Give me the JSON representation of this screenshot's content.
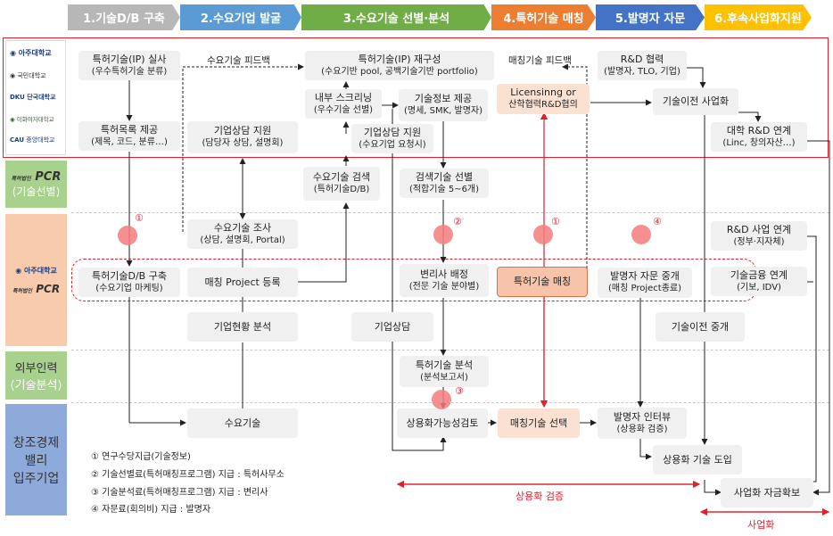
{
  "stages": [
    {
      "label": "1.기술D/B 구축",
      "color": "#b7b7b7"
    },
    {
      "label": "2.수요기업 발굴",
      "color": "#5b9bd5"
    },
    {
      "label": "3.수요기술 선별·분석",
      "color": "#70ad47"
    },
    {
      "label": "4.특허기술 매칭",
      "color": "#ed7d31"
    },
    {
      "label": "5.발명자 자문",
      "color": "#4472c4"
    },
    {
      "label": "6.후속사업화지원",
      "color": "#ffc000"
    }
  ],
  "side_panels": {
    "logos_top": [
      "아주대학교",
      "국민대학교",
      "단국대학교",
      "이화여자대학교",
      "중앙대학교"
    ],
    "tech_select_label": "(기술선별)",
    "pcr_logo": "PCR",
    "pcr_caption": "특허법인",
    "middle_logos": [
      "아주대학교",
      "특허법인"
    ],
    "external_label_1": "외부인력",
    "external_label_2": "(기술분석)",
    "startup_label_1": "창조경제",
    "startup_label_2": "밸리",
    "startup_label_3": "입주기업"
  },
  "boxes": {
    "ip_survey": {
      "l1": "특허기술(IP) 실사",
      "l2": "(우수특허기술 분류)"
    },
    "patent_list": {
      "l1": "특허목록 제공",
      "l2": "(제목, 코드, 분류…)"
    },
    "consult_support": {
      "l1": "기업상담 지원",
      "l2": "(담당자 상담, 설명회)"
    },
    "ip_reconfig": {
      "l1": "특허기술(IP) 재구성",
      "l2": "(수요기반 pool, 공백기술기반 portfolio)"
    },
    "internal_screen": {
      "l1": "내부 스크리닝",
      "l2": "(우수기술 선별)"
    },
    "tech_info": {
      "l1": "기술정보 제공",
      "l2": "(명세, SMK, 발명자)"
    },
    "licensing": {
      "l1": "Licensinng or",
      "l2": "산학협력R&D협의"
    },
    "rnd_coop": {
      "l1": "R&D 협력",
      "l2": "(발명자, TLO, 기업)"
    },
    "tech_transfer": {
      "l1": "기술이전 사업화",
      "l2": ""
    },
    "univ_rnd": {
      "l1": "대학 R&D 연계",
      "l2": "(Linc, 창의자산…)"
    },
    "consult_support2": {
      "l1": "기업상담 지원",
      "l2": "(수요기업 요청시)"
    },
    "demand_search": {
      "l1": "수요기술 검색",
      "l2": "(특허기술D/B)"
    },
    "search_select": {
      "l1": "검색기술 선별",
      "l2": "(적합기술 5~6개)"
    },
    "demand_survey": {
      "l1": "수요기술 조사",
      "l2": "(상담, 설명회, Portal)"
    },
    "rnd_project": {
      "l1": "R&D 사업 연계",
      "l2": "(정부·지자체)"
    },
    "patent_db": {
      "l1": "특허기술D/B 구축",
      "l2": "(수요기업 마케팅)"
    },
    "matching_reg": {
      "l1": "매칭 Project 등록",
      "l2": ""
    },
    "attorney": {
      "l1": "변리사 배정",
      "l2": "(전문 기술 분야별)"
    },
    "patent_match": {
      "l1": "특허기술 매칭",
      "l2": ""
    },
    "inventor_consult": {
      "l1": "발명자 자문 중개",
      "l2": "(매칭 Project종료)"
    },
    "tech_finance": {
      "l1": "기술금융 연계",
      "l2": "(기보, IDV)"
    },
    "company_analysis": {
      "l1": "기업현황 분석",
      "l2": ""
    },
    "company_consult": {
      "l1": "기업상담",
      "l2": ""
    },
    "tech_transfer_broker": {
      "l1": "기술이전 중개",
      "l2": ""
    },
    "patent_analysis": {
      "l1": "특허기술 분석",
      "l2": "(분석보고서)"
    },
    "demand_tech": {
      "l1": "수요기술",
      "l2": ""
    },
    "feasibility": {
      "l1": "상용화가능성검토",
      "l2": ""
    },
    "match_select": {
      "l1": "매칭기술 선택",
      "l2": ""
    },
    "inventor_interview": {
      "l1": "발명자 인터뷰",
      "l2": "(상용화 검증)"
    },
    "commercial_intro": {
      "l1": "상용화 기술 도입",
      "l2": ""
    },
    "funding": {
      "l1": "사업화 자금확보",
      "l2": ""
    }
  },
  "feedback_labels": {
    "demand_feedback": "수요기술 피드백",
    "match_feedback": "매칭기술 피드백"
  },
  "circle_numbers": [
    "①",
    "②",
    "①",
    "④",
    "③"
  ],
  "legend": [
    "① 연구수당지급(기술정보)",
    "② 기술선별료(특허매칭프로그램) 지급 : 특허사무소",
    "③ 기술분석료(특허매칭프로그램) 지급 : 변리사",
    "④ 자문료(회의비) 지급 : 발명자"
  ],
  "bottom_labels": {
    "commercial_verify": "상용화 검증",
    "commercialization": "사업화"
  }
}
